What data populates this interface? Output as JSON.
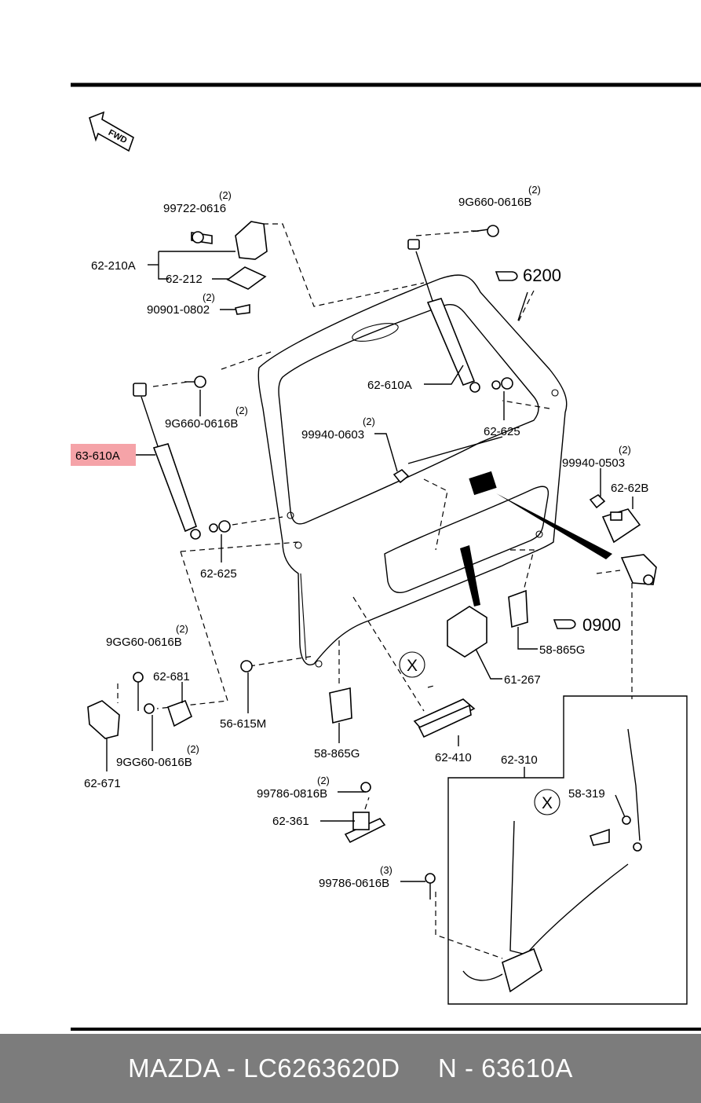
{
  "header": {
    "fwd_label": "FWD"
  },
  "labels": {
    "l_9972206016": "99722-0616",
    "q_9972206016": "(2)",
    "l_62210a": "62-210A",
    "l_62212": "62-212",
    "l_9090108": "90901-0802",
    "q_9090108": "(2)",
    "l_9g660_top": "9G660-0616B",
    "q_9g660_top": "(2)",
    "l_6200": "6200",
    "l_62610a": "62-610A",
    "l_62625_right": "62-625",
    "l_9g660_left": "9G660-0616B",
    "q_9g660_left": "(2)",
    "l_63610a": "63-610A",
    "l_9994006": "99940-0603",
    "q_9994006": "(2)",
    "l_9994005": "99940-0503",
    "q_9994005": "(2)",
    "l_6262b": "62-62B",
    "l_62625_left": "62-625",
    "l_0900": "0900",
    "l_9gg60_a": "9GG60-0616B",
    "q_9gg60_a": "(2)",
    "l_62681": "62-681",
    "l_9gg60_b": "9GG60-0616B",
    "q_9gg60_b": "(2)",
    "l_62671": "62-671",
    "l_56615m": "56-615M",
    "l_58865g_left": "58-865G",
    "l_58865g_right": "58-865G",
    "l_61267": "61-267",
    "l_62410": "62-410",
    "l_62310": "62-310",
    "l_9978608": "99786-0816B",
    "q_9978608": "(2)",
    "l_62361": "62-361",
    "l_58319": "58-319",
    "l_9978606": "99786-0616B",
    "q_9978606": "(3)",
    "x_mark_1": "X",
    "x_mark_2": "X"
  },
  "highlight": {
    "part": "63-610A",
    "color": "#f5a3a8"
  },
  "footer": {
    "text": "MAZDA - LC6263620D     N - 63610A",
    "background": "#7c7c7c",
    "text_color": "#ffffff"
  }
}
